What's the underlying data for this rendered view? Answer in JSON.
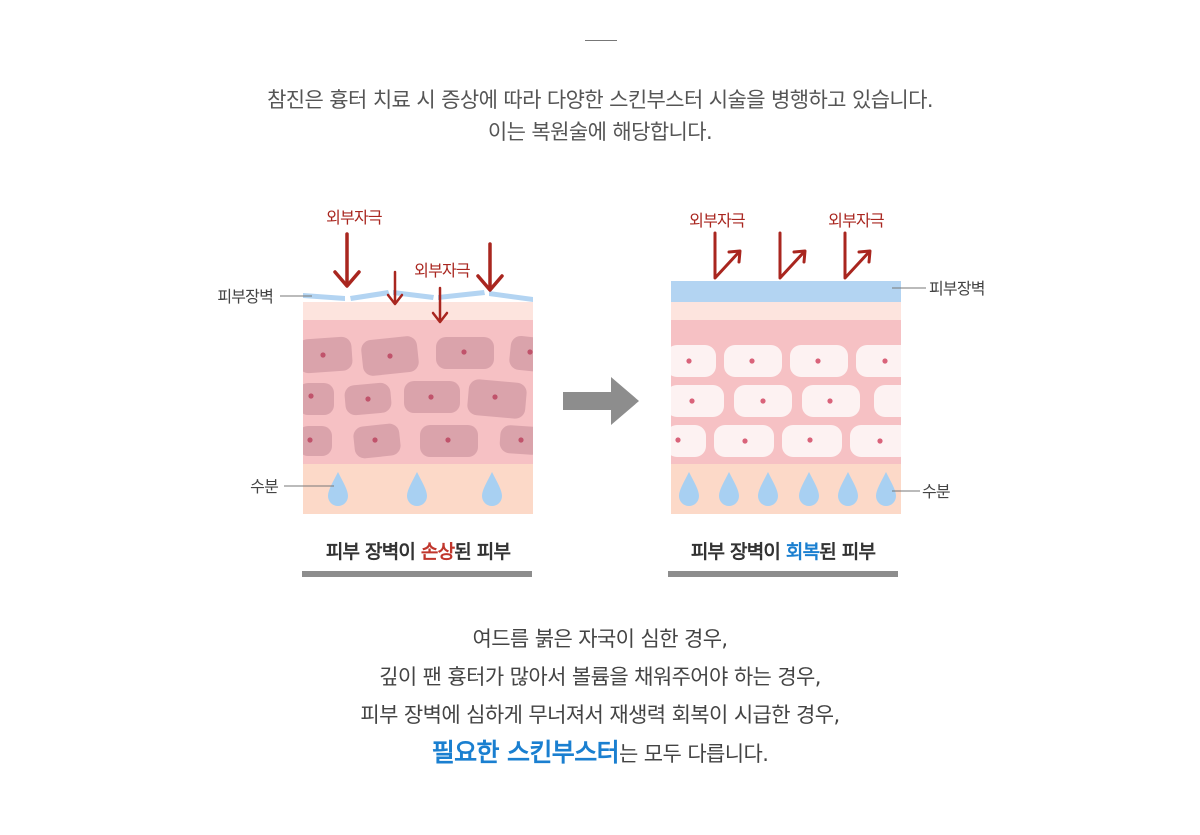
{
  "intro": {
    "line1": "참진은 흉터 치료 시 증상에 따라 다양한 스킨부스터 시술을 병행하고 있습니다.",
    "line2": "이는 복원술에 해당합니다."
  },
  "left_panel": {
    "stimulus_label_1": "외부자극",
    "stimulus_label_2": "외부자극",
    "barrier_label": "피부장벽",
    "moisture_label": "수분",
    "caption_pre": "피부 장벽이 ",
    "caption_highlight": "손상",
    "caption_post": "된 피부"
  },
  "right_panel": {
    "stimulus_label_1": "외부자극",
    "stimulus_label_2": "외부자극",
    "barrier_label": "피부장벽",
    "moisture_label": "수분",
    "caption_pre": "피부 장벽이 ",
    "caption_highlight": "회복",
    "caption_post": "된 피부"
  },
  "outro": {
    "line1": "여드름 붉은 자국이 심한 경우,",
    "line2": "깊이 팬 흉터가 많아서 볼륨을 채워주어야 하는 경우,",
    "line3": "피부 장벽에 심하게 무너져서 재생력 회복이 시급한 경우,",
    "line4_highlight": "필요한 스킨부스터",
    "line4_rest": "는 모두 다릅니다."
  },
  "colors": {
    "stimulus_red": "#a9261f",
    "highlight_red": "#c0362c",
    "highlight_blue": "#1a7fd0",
    "barrier_blue": "#b3d4f2",
    "skin_pink": "#f7c5c8",
    "moisture_peach": "#fbd9c9",
    "droplet_blue": "#a8d0f2",
    "arrow_gray": "#8d8d8d"
  }
}
